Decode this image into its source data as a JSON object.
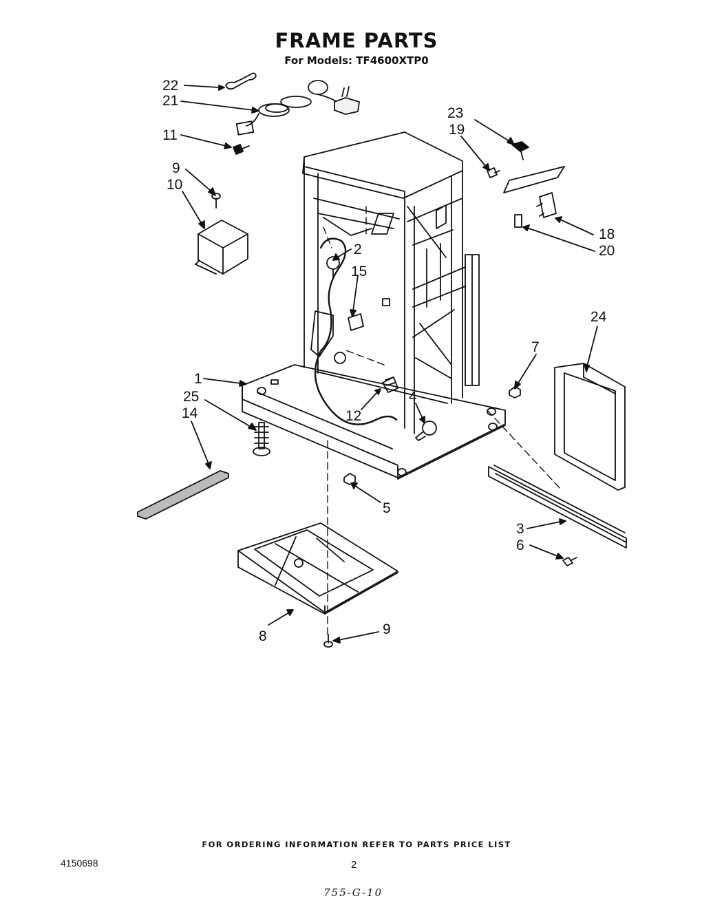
{
  "title": "FRAME PARTS",
  "subtitle": "For Models:  TF4600XTP0",
  "callouts": [
    "22",
    "21",
    "11",
    "9",
    "10",
    "2",
    "15",
    "23",
    "19",
    "18",
    "20",
    "24",
    "7",
    "1",
    "25",
    "14",
    "12",
    "4",
    "5",
    "3",
    "6",
    "8",
    "9"
  ],
  "footer": "FOR ORDERING INFORMATION REFER TO PARTS PRICE LIST",
  "doc_number": "4150698",
  "page_number": "2",
  "handwritten_note": "755-G-10"
}
